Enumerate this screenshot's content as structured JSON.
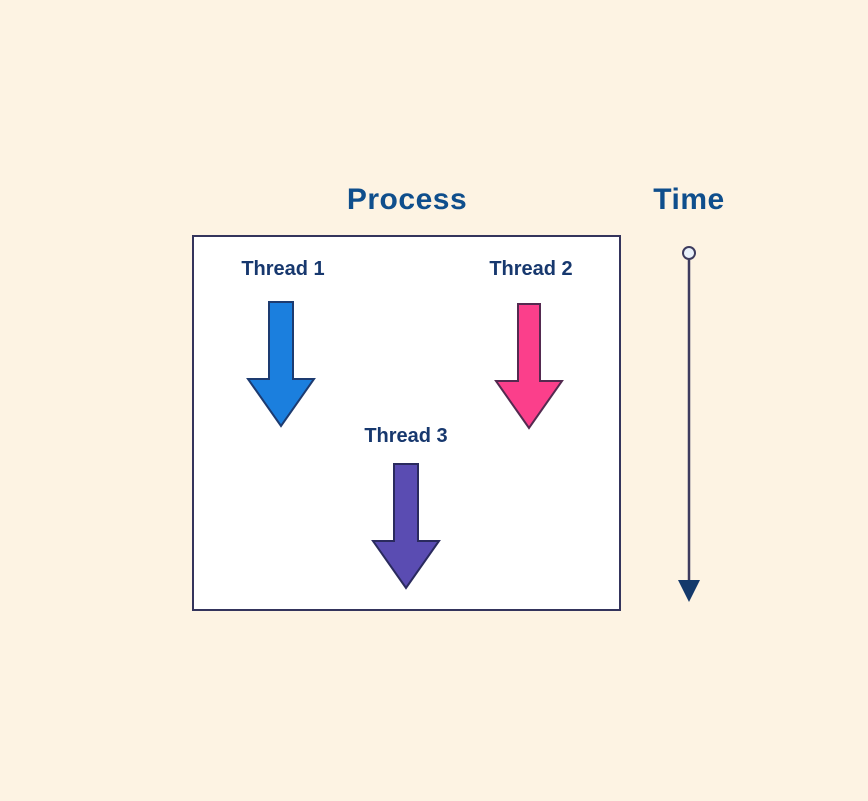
{
  "titles": {
    "process": "Process",
    "time": "Time"
  },
  "threads": [
    {
      "label": "Thread 1",
      "fill": "#1b7fde",
      "stroke": "#1d3b70"
    },
    {
      "label": "Thread 2",
      "fill": "#fb3f8b",
      "stroke": "#542a50"
    },
    {
      "label": "Thread 3",
      "fill": "#5a4cb2",
      "stroke": "#2a2a5e"
    }
  ],
  "time_axis": {
    "line_color": "#3d3b5e",
    "arrowhead_color": "#14396b",
    "circle_fill": "#e9f1fb",
    "circle_stroke": "#3d3b5e"
  },
  "colors": {
    "background": "#fdf3e3",
    "title_text": "#0f4e8c",
    "label_text": "#17386e",
    "box_fill": "#ffffff",
    "box_border": "#34345c"
  }
}
